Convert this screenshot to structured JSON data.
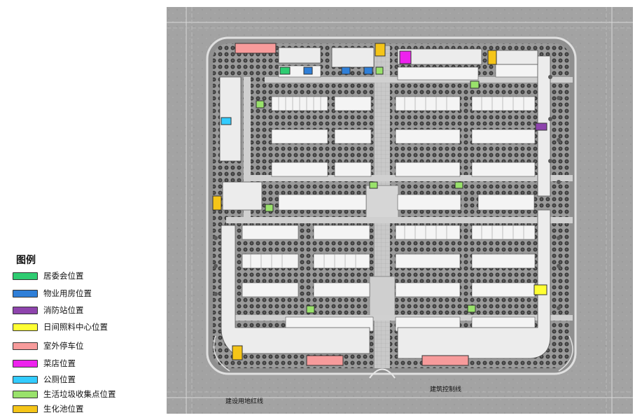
{
  "legend": {
    "title": "图例",
    "items": [
      {
        "label": "居委会位置",
        "color": "#2ecc71"
      },
      {
        "label": "物业用房位置",
        "color": "#2f7fd8"
      },
      {
        "label": "消防站位置",
        "color": "#8e44ad"
      },
      {
        "label": "日间照料中心位置",
        "color": "#ffff33"
      },
      {
        "label": "室外停车位",
        "color": "#f79b9b"
      },
      {
        "label": "菜店位置",
        "color": "#ee22ee"
      },
      {
        "label": "公厕位置",
        "color": "#33ccff"
      },
      {
        "label": "生活垃圾收集点位置",
        "color": "#99e26b"
      },
      {
        "label": "生化池位置",
        "color": "#f5c518"
      }
    ]
  },
  "map": {
    "road_label_bottom": "建筑控制线",
    "road_label_bottom_left": "建设用地红线"
  }
}
